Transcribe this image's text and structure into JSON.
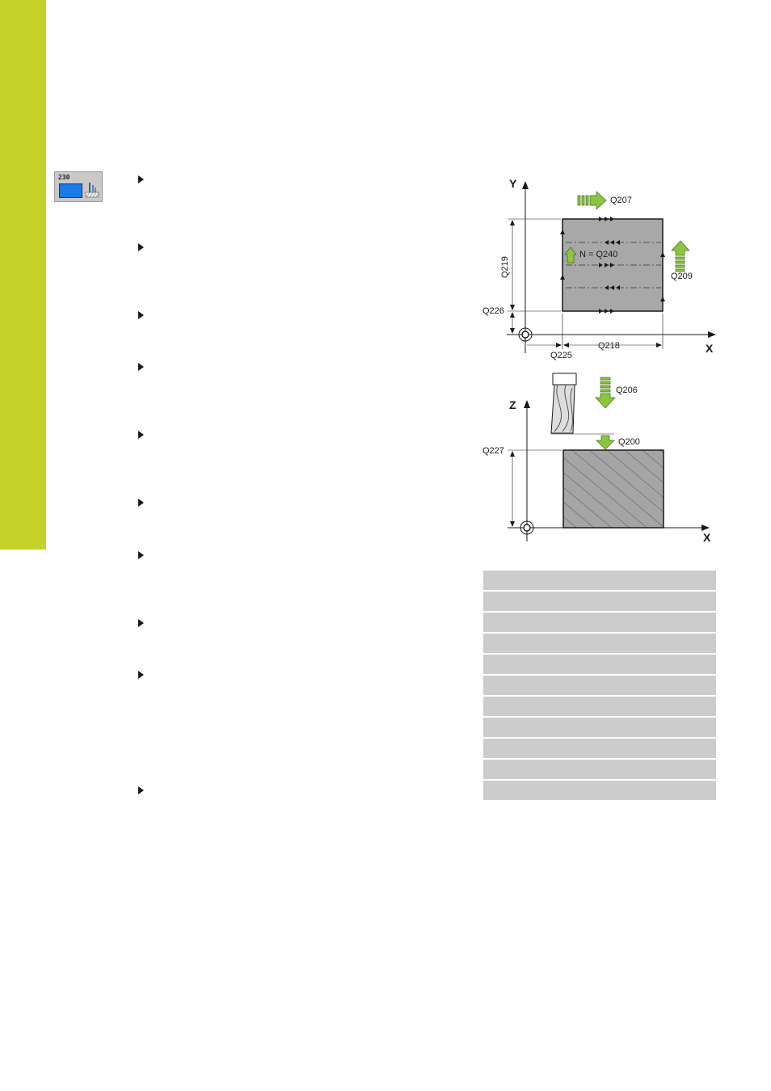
{
  "page": {
    "accent_color": "#c4d22a"
  },
  "softkey": {
    "cycle_number": "230",
    "icon": "surface-milling-cycle-icon"
  },
  "bullets": {
    "count": 10,
    "icon": "triangle-bullet-icon"
  },
  "diagram_top": {
    "axis_y": "Y",
    "axis_x": "X",
    "labels": {
      "q207": "Q207",
      "q240": "N = Q240",
      "q209": "Q209",
      "q219": "Q219",
      "q226": "Q226",
      "q225": "Q225",
      "q218": "Q218"
    }
  },
  "diagram_bottom": {
    "axis_z": "Z",
    "axis_x": "X",
    "labels": {
      "q206": "Q206",
      "q200": "Q200",
      "q227": "Q227"
    }
  },
  "table": {
    "row_count": 11,
    "fill": "#cccccc"
  }
}
